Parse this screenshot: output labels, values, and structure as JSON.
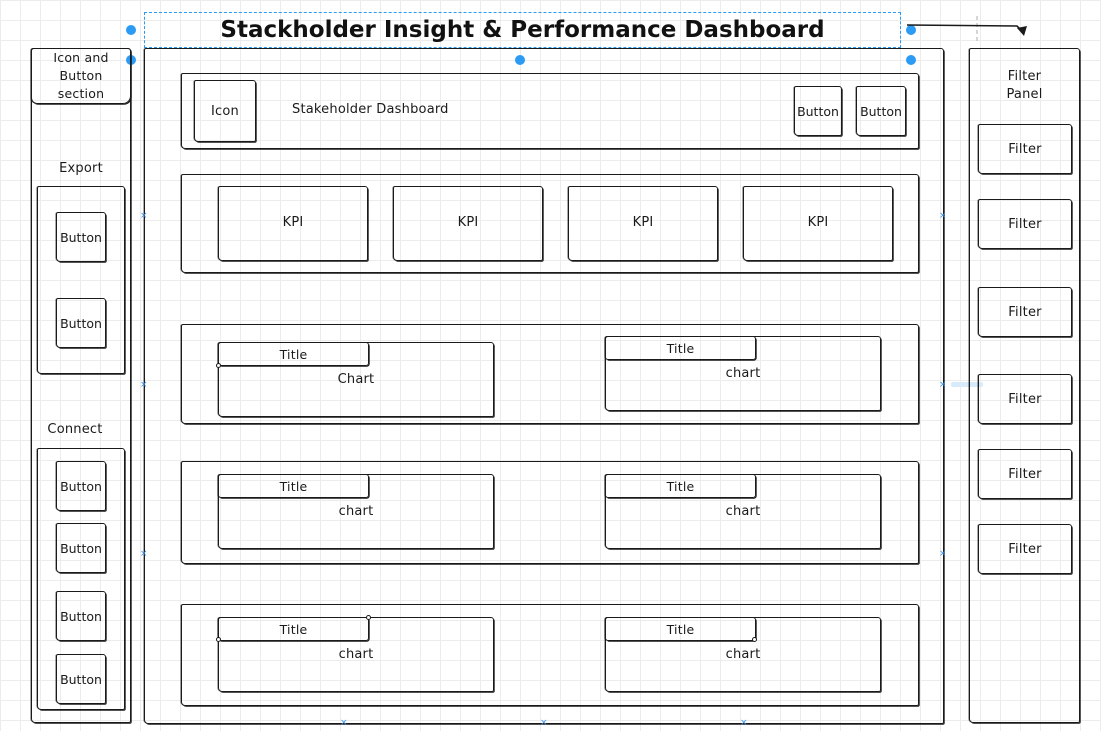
{
  "header": {
    "title": "Stackholder Insight & Performance Dashboard"
  },
  "left_panel": {
    "section_label": "Icon and Button section",
    "export_label": "Export",
    "export_buttons": [
      "Button",
      "Button"
    ],
    "connect_label": "Connect",
    "connect_buttons": [
      "Button",
      "Button",
      "Button",
      "Button"
    ]
  },
  "top_bar": {
    "icon_label": "Icon",
    "dashboard_label": "Stakeholder Dashboard",
    "buttons": [
      "Button",
      "Button"
    ]
  },
  "kpis": [
    "KPI",
    "KPI",
    "KPI",
    "KPI"
  ],
  "chart_rows": [
    [
      {
        "title": "Title",
        "chart": "Chart"
      },
      {
        "title": "Title",
        "chart": "chart"
      }
    ],
    [
      {
        "title": "Title",
        "chart": "chart"
      },
      {
        "title": "Title",
        "chart": "chart"
      }
    ],
    [
      {
        "title": "Title",
        "chart": "chart"
      },
      {
        "title": "Title",
        "chart": "chart"
      }
    ]
  ],
  "filter_panel": {
    "label": "Filter Panel",
    "filters": [
      "Filter",
      "Filter",
      "Filter",
      "Filter",
      "Filter",
      "Filter"
    ]
  },
  "colors": {
    "selection": "#2b9bf4",
    "ink": "#1a1a1a",
    "grid": "#ececec"
  }
}
